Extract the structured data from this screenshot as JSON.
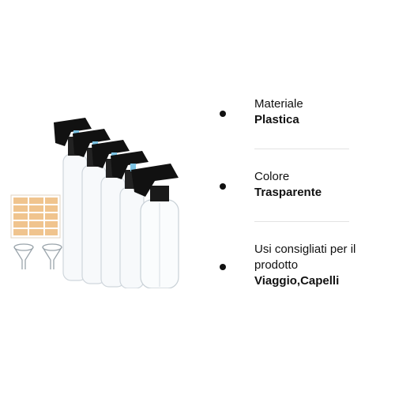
{
  "product": {
    "image_alt": "Set of 5 clear plastic spray bottles with black trigger sprayers, 2 funnels and label sheet",
    "colors": {
      "trigger": "#111111",
      "accent": "#7cc3e3",
      "labels": "#f0c48e"
    }
  },
  "specs": [
    {
      "label": "Materiale",
      "value": "Plastica"
    },
    {
      "label": "Colore",
      "value": "Trasparente"
    },
    {
      "label": "Usi consigliati per il prodotto",
      "value": "Viaggio,Capelli"
    }
  ]
}
